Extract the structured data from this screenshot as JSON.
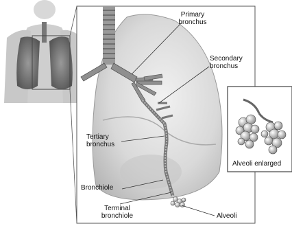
{
  "labels": {
    "primary_bronchus": "Primary\nbronchus",
    "secondary_bronchus": "Secondary\nbronchus",
    "tertiary_bronchus": "Tertiary\nbronchus",
    "bronchiole": "Bronchiole",
    "terminal_bronchiole": "Terminal\nbronchiole",
    "alveoli": "Alveoli",
    "alveoli_enlarged": "Alveoli enlarged"
  }
}
